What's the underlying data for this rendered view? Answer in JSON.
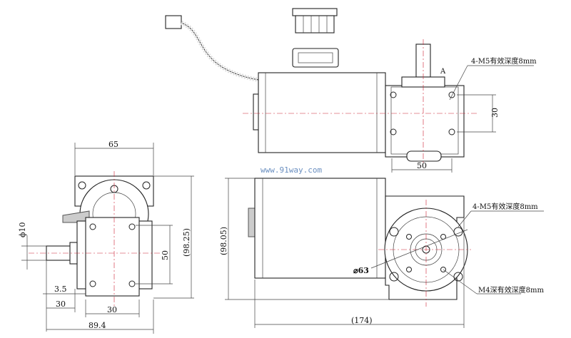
{
  "watermark": "www.91way.com",
  "top_view": {
    "mount_label": "4-M5有效深度8mm",
    "datum": "A",
    "dim_height": "30",
    "dim_width": "50"
  },
  "side_view": {
    "dim_width": "65",
    "dim_shaft_dia": "ϕ10",
    "dim_height": "(98.25)",
    "dim_hole_spacing": "50",
    "dim_key": "3.5",
    "dim_shaft_len": "30",
    "dim_base": "30",
    "dim_total": "89.4"
  },
  "front_view": {
    "dim_height": "(98.05)",
    "dim_flange": "⌀63",
    "dim_length": "(174)",
    "mount_label": "4-M5有效深度8mm",
    "thread_label": "M4深有效深度8mm"
  }
}
